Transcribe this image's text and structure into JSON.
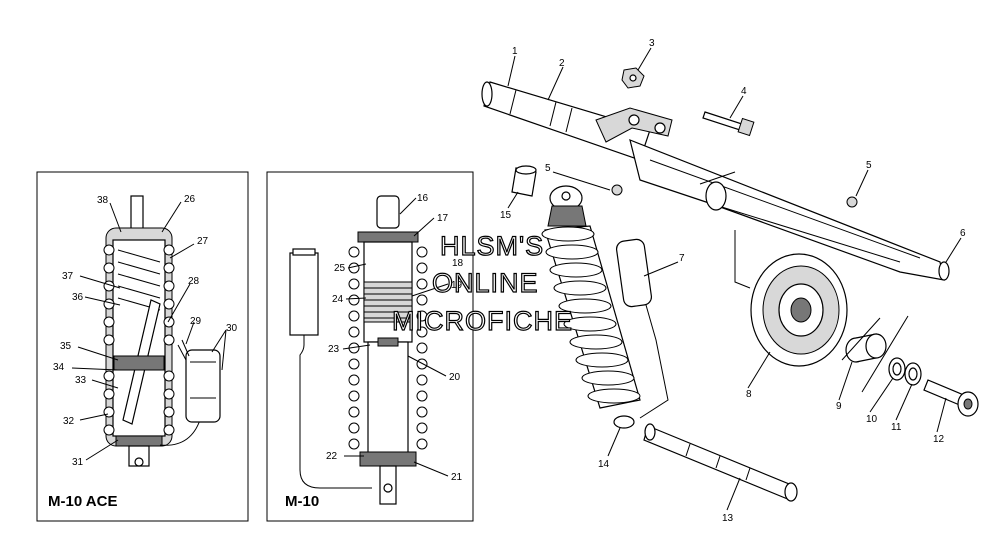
{
  "watermark": [
    "HLSM'S",
    "ONLINE",
    "MICROFICHE"
  ],
  "box_left_label": "M-10 ACE",
  "box_mid_label": "M-10",
  "callouts": {
    "c1": "1",
    "c2": "2",
    "c3": "3",
    "c4": "4",
    "c5a": "5",
    "c5b": "5",
    "c6": "6",
    "c7": "7",
    "c8": "8",
    "c9": "9",
    "c10": "10",
    "c11": "11",
    "c12": "12",
    "c13": "13",
    "c14": "14",
    "c15": "15",
    "c16": "16",
    "c17": "17",
    "c18": "18",
    "c19": "19",
    "c20": "20",
    "c21": "21",
    "c22": "22",
    "c23": "23",
    "c24": "24",
    "c25": "25",
    "c26": "26",
    "c27": "27",
    "c28": "28",
    "c29": "29",
    "c30": "30",
    "c31": "31",
    "c32": "32",
    "c33": "33",
    "c34": "34",
    "c35": "35",
    "c36": "36",
    "c37": "37",
    "c38": "38"
  }
}
